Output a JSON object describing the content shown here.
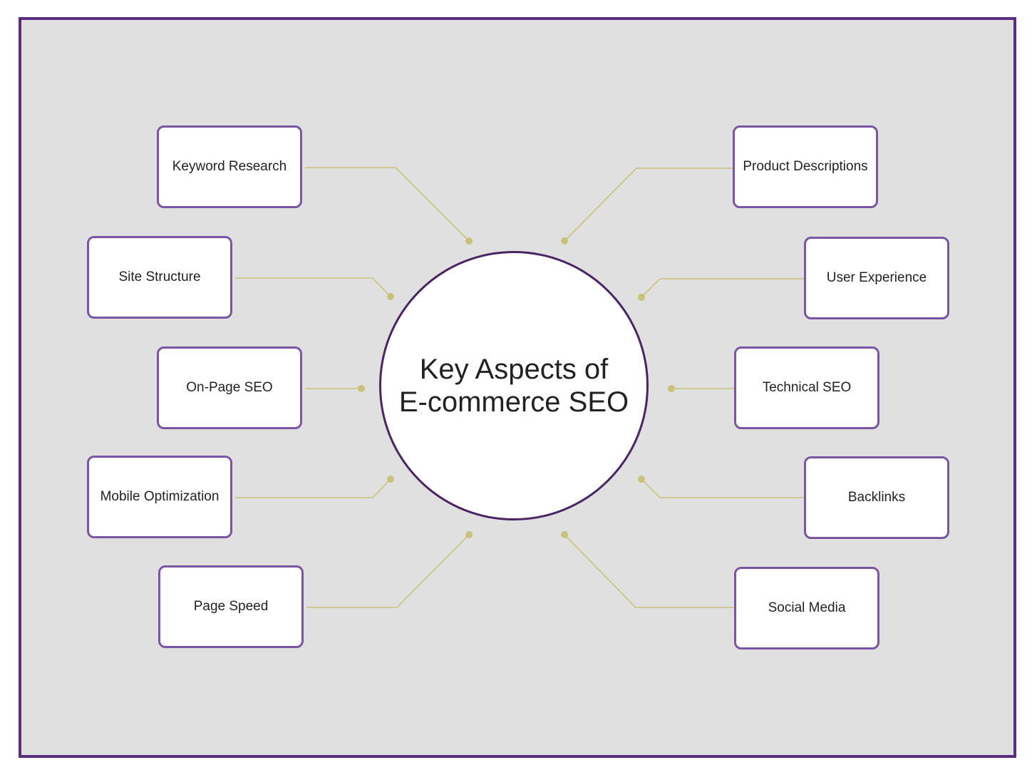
{
  "center": {
    "line1": "Key Aspects of",
    "line2": "E-commerce SEO"
  },
  "left_items": [
    {
      "label": "Keyword Research"
    },
    {
      "label": "Site Structure"
    },
    {
      "label": "On-Page SEO"
    },
    {
      "label": "Mobile Optimization"
    },
    {
      "label": "Page Speed"
    }
  ],
  "right_items": [
    {
      "label": "Product Descriptions"
    },
    {
      "label": "User Experience"
    },
    {
      "label": "Technical SEO"
    },
    {
      "label": "Backlinks"
    },
    {
      "label": "Social Media"
    }
  ],
  "colors": {
    "frame_border": "#5a2e7e",
    "box_border": "#7a55a4",
    "hub_border": "#4a2463",
    "connector": "#c9c27a",
    "background": "#e0e0e0"
  }
}
